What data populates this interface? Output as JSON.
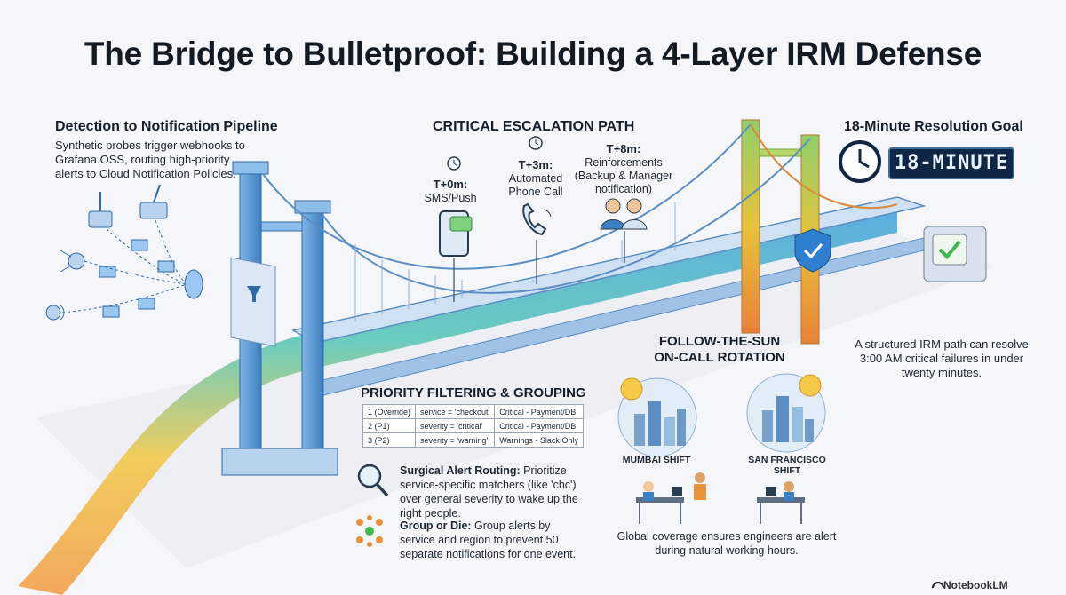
{
  "title": "The Bridge to Bulletproof: Building a 4-Layer IRM Defense",
  "detection": {
    "heading": "Detection to Notification Pipeline",
    "body": "Synthetic probes trigger webhooks to Grafana OSS, routing high-priority alerts to Cloud Notification Policies."
  },
  "escalation": {
    "heading": "CRITICAL ESCALATION PATH",
    "steps": [
      {
        "time": "T+0m:",
        "desc": "SMS/Push"
      },
      {
        "time": "T+3m:",
        "desc": "Automated Phone Call"
      },
      {
        "time": "T+8m:",
        "desc": "Reinforcements (Backup & Manager notification)"
      }
    ]
  },
  "goal": {
    "heading": "18-Minute Resolution Goal",
    "display": "18-MINUTE",
    "text": "A structured IRM path can resolve 3:00 AM critical failures in under twenty minutes."
  },
  "follow_the_sun": {
    "heading": "FOLLOW-THE-SUN ON-CALL ROTATION",
    "shifts": [
      "MUMBAI SHIFT",
      "SAN FRANCISCO SHIFT"
    ],
    "note": "Global coverage ensures engineers are alert during natural working hours."
  },
  "priority": {
    "heading": "PRIORITY FILTERING & GROUPING",
    "table": [
      [
        "1 (Override)",
        "service = 'checkout'",
        "Critical - Payment/DB"
      ],
      [
        "2 (P1)",
        "severity = 'critical'",
        "Critical - Payment/DB"
      ],
      [
        "3 (P2)",
        "severity = 'warning'",
        "Warnings - Slack Only"
      ]
    ],
    "routing_title": "Surgical Alert Routing:",
    "routing_body": "Prioritize service-specific matchers (like 'chc') over general severity to wake up the right people.",
    "group_title": "Group or Die:",
    "group_body": "Group alerts by service and region to prevent 50 separate notifications for one event."
  },
  "brand": "NotebookLM",
  "colors": {
    "pipeline": [
      "#4aa3df",
      "#5cc8b8",
      "#f2c94c",
      "#f29e4c"
    ],
    "tower": "#5b9bd5",
    "tower_right": "#e8923a",
    "shield": "#2f7fd0",
    "check": "#3fb950"
  }
}
